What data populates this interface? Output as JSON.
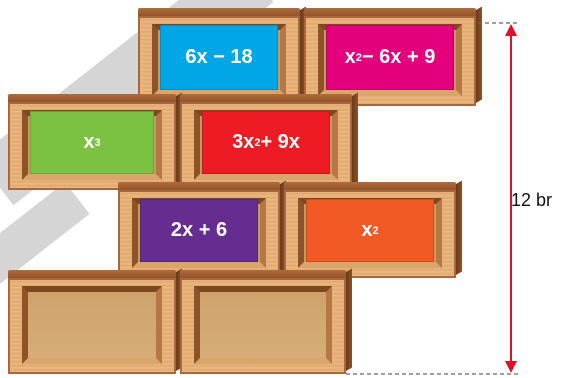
{
  "colors": {
    "blue": "#00a6e6",
    "magenta": "#e4007c",
    "green": "#7cc242",
    "red": "#ed1c24",
    "purple": "#662d91",
    "orange": "#f15a24",
    "arrow": "#e0102a",
    "wood": "#d39a5f"
  },
  "boxes": [
    {
      "id": "row1-left",
      "base": "6x − 18",
      "exp": "",
      "rest": "",
      "color": "blue"
    },
    {
      "id": "row1-right",
      "base": "x",
      "exp": "2",
      "rest": " − 6x + 9",
      "color": "magenta"
    },
    {
      "id": "row2-left",
      "base": "x",
      "exp": "3",
      "rest": "",
      "color": "green"
    },
    {
      "id": "row2-right",
      "base": "3x",
      "exp": "2",
      "rest": " + 9x",
      "color": "red"
    },
    {
      "id": "row3-left",
      "base": "2x + 6",
      "exp": "",
      "rest": "",
      "color": "purple"
    },
    {
      "id": "row3-right",
      "base": "x",
      "exp": "2",
      "rest": "",
      "color": "orange"
    }
  ],
  "dimension": {
    "text": "12 br"
  }
}
